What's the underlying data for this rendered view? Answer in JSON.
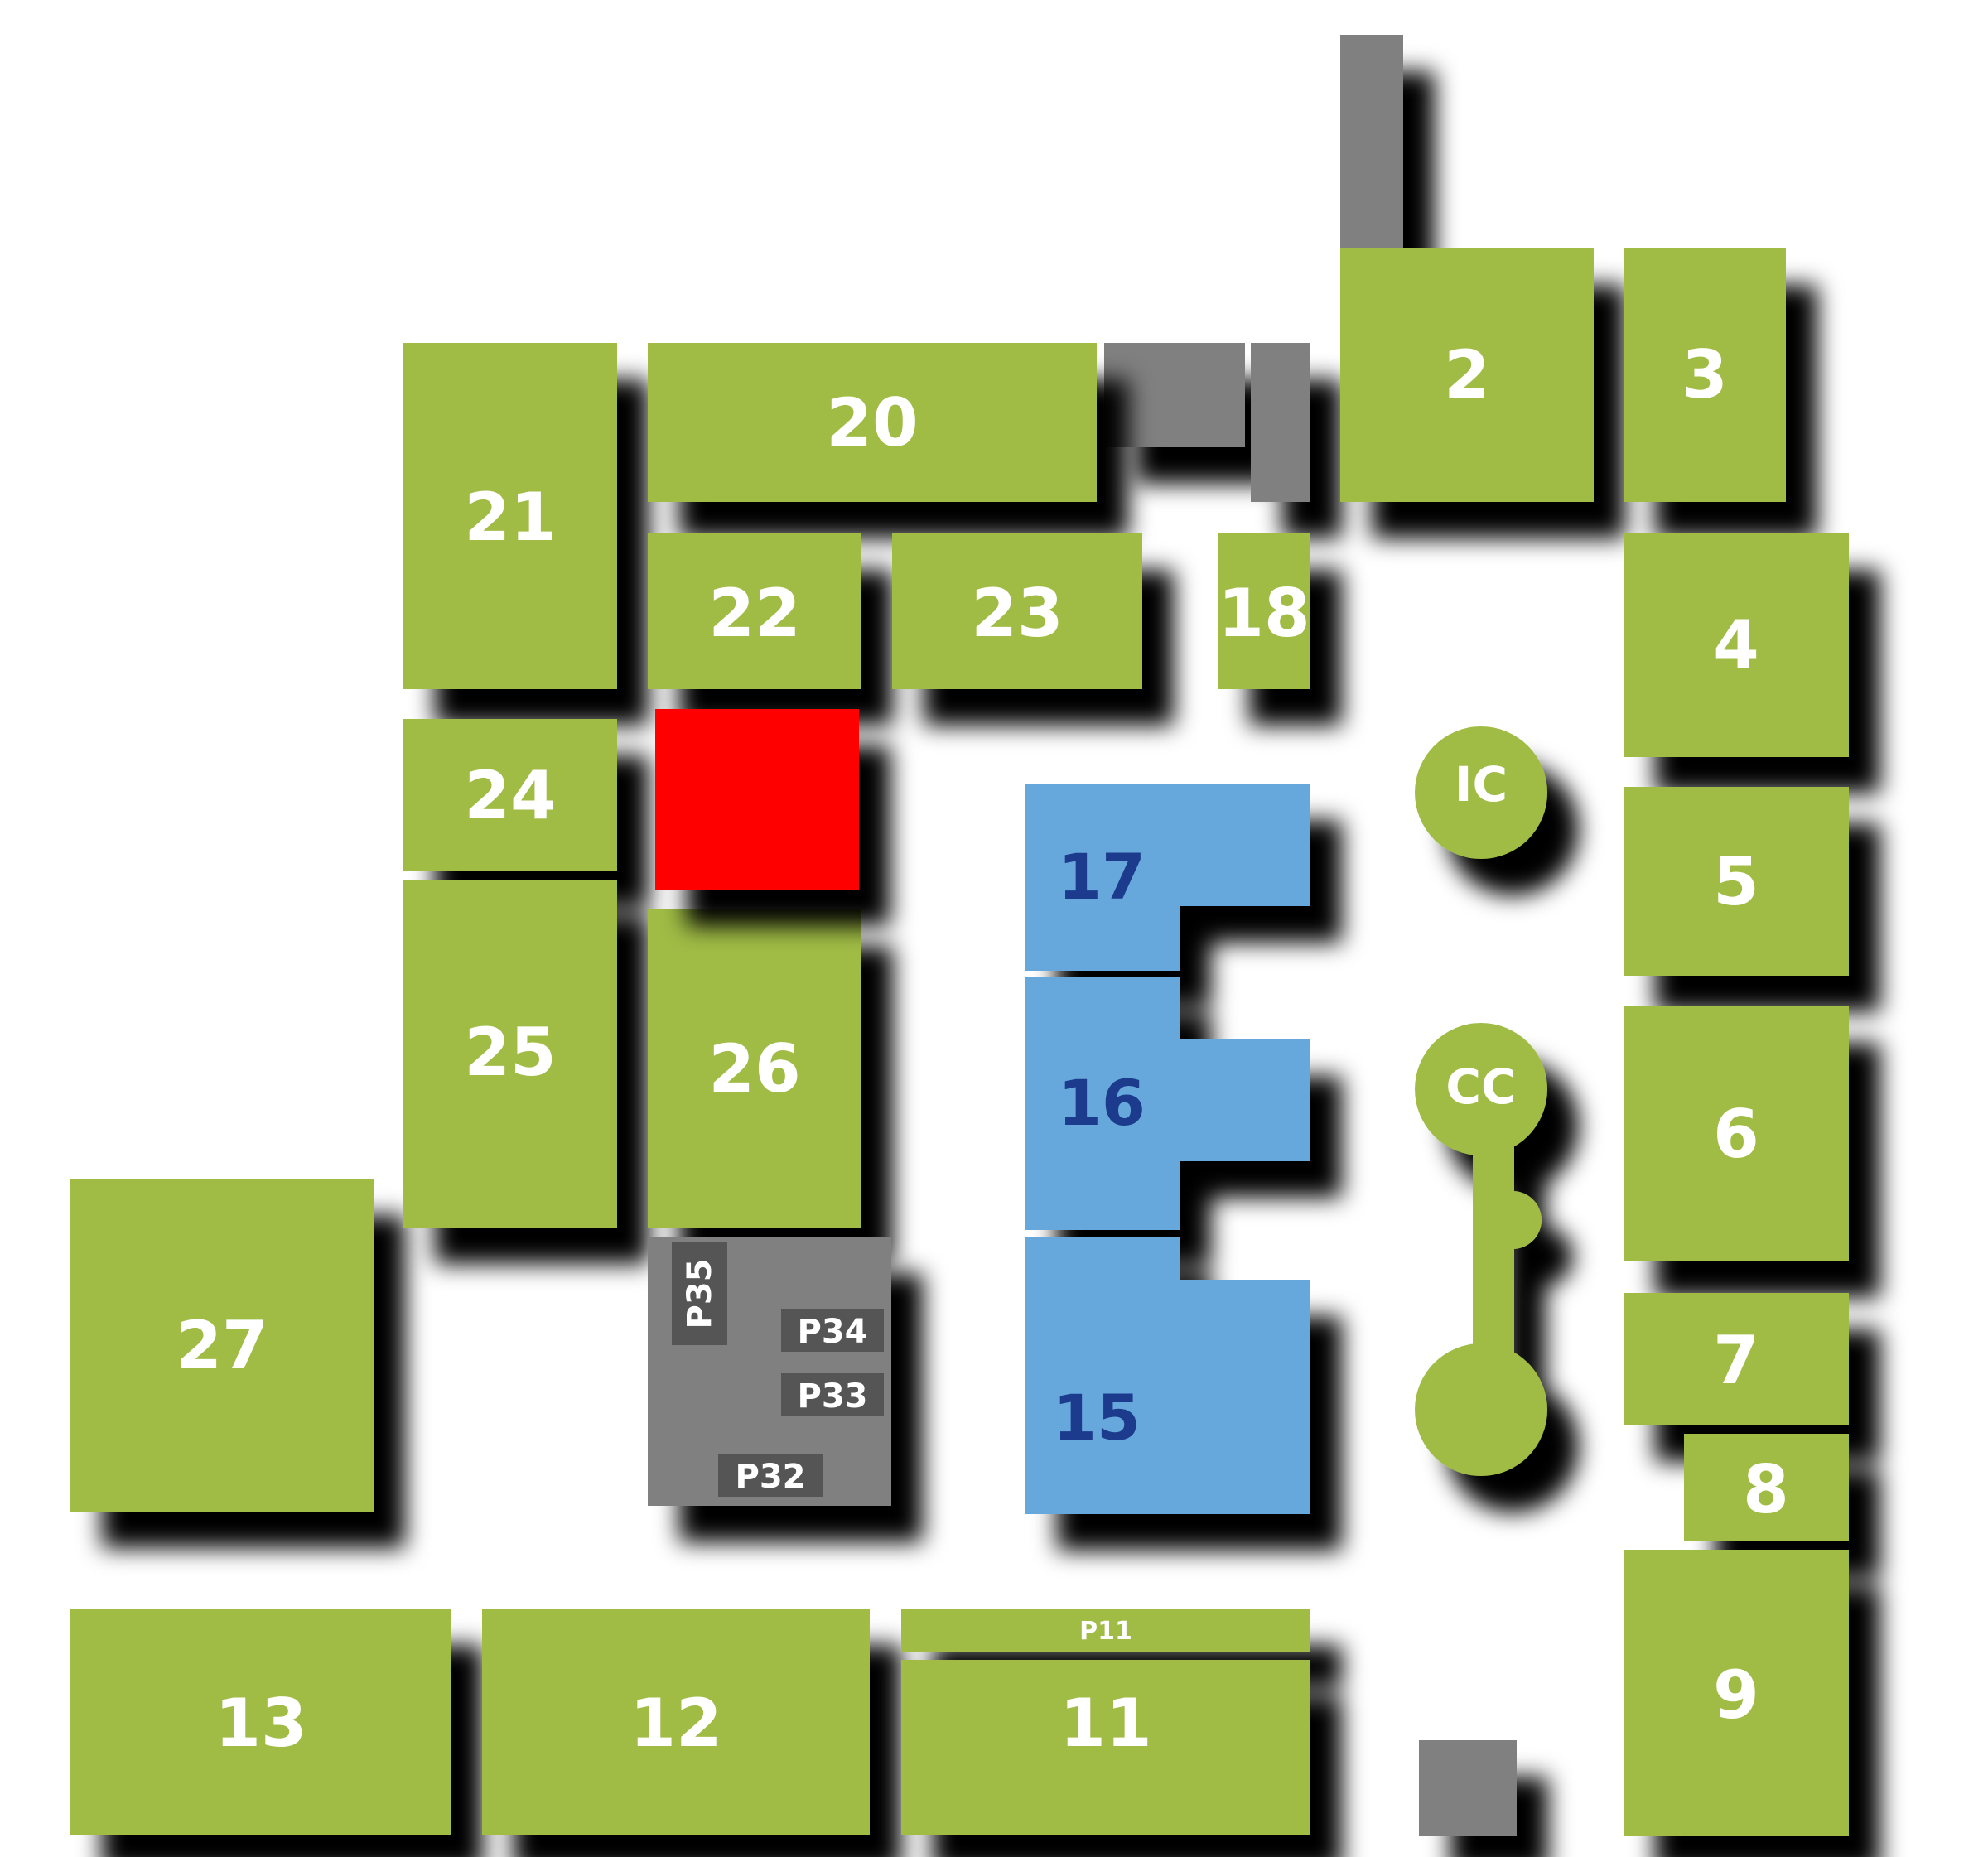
{
  "colors": {
    "building": "#a0bc45",
    "highlight_building": "#ff0000",
    "blue_building": "#66a8dc",
    "blue_label": "#1a3b8c",
    "gray_structure": "#808080",
    "parking_label_bg": "#555555",
    "label_text": "#ffffff"
  },
  "buildings": {
    "b2": "2",
    "b3": "3",
    "b4": "4",
    "b5": "5",
    "b6": "6",
    "b7": "7",
    "b8": "8",
    "b9": "9",
    "b11": "11",
    "b12": "12",
    "b13": "13",
    "b15": "15",
    "b16": "16",
    "b17": "17",
    "b18": "18",
    "b20": "20",
    "b21": "21",
    "b22": "22",
    "b23": "23",
    "b24": "24",
    "b25": "25",
    "b26": "26",
    "b27": "27"
  },
  "circles": {
    "ic": "IC",
    "cc": "CC"
  },
  "parking": {
    "p11": "P11",
    "p32": "P32",
    "p33": "P33",
    "p34": "P34",
    "p35": "P35"
  },
  "highlighted_building": "unlabeled red building between 22 and 26"
}
